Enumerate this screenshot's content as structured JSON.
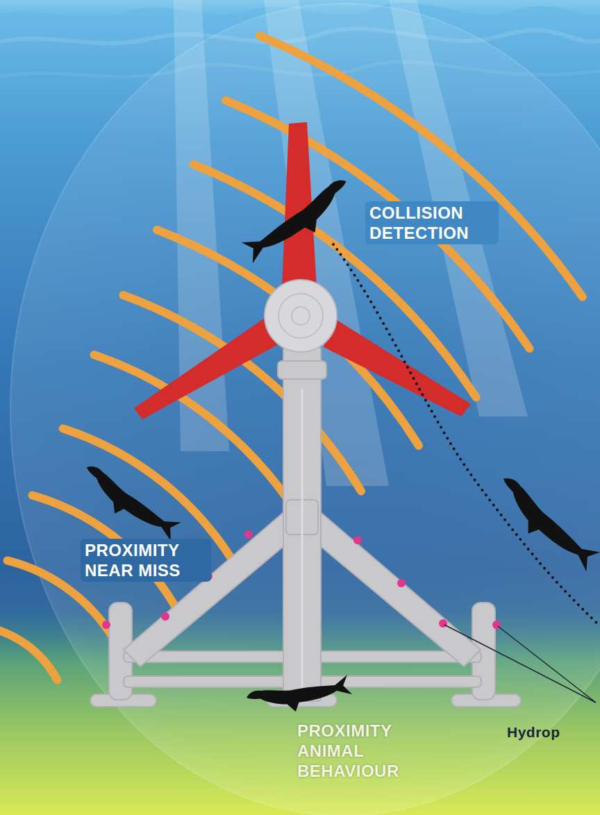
{
  "diagram": {
    "labels": [
      "COLLISION DETECTION",
      "PROXIMITY NEAR MISS",
      "PROXIMITY ANIMAL BEHAVIOUR",
      "Hydrop"
    ]
  }
}
